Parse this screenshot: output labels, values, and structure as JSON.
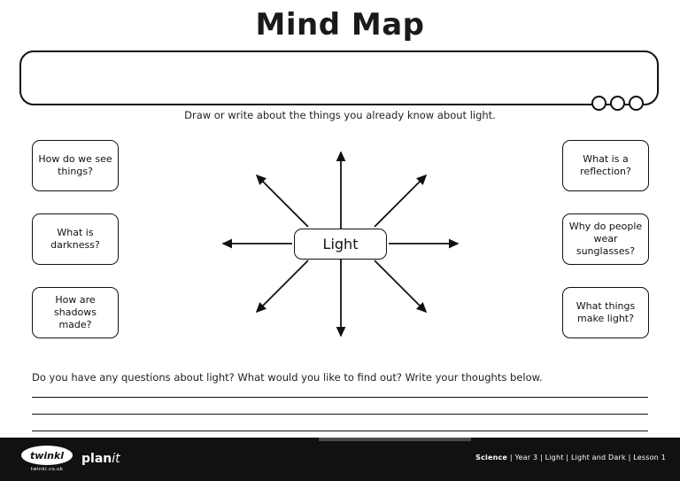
{
  "document": {
    "title": "Mind Map",
    "top_caption": "Draw or write about the things you already know about light.",
    "bottom_caption": "Do you have any questions about light?  What would you like to find out?  Write your thoughts below.",
    "top_box_value": ""
  },
  "diagram": {
    "center_label": "Light",
    "arrow_count": 8
  },
  "questions": {
    "left": [
      {
        "text": "How do we see things?"
      },
      {
        "text": "What is darkness?"
      },
      {
        "text": "How are shadows made?"
      }
    ],
    "right": [
      {
        "text": "What is a reflection?"
      },
      {
        "text": "Why do people wear sunglasses?"
      },
      {
        "text": "What things make light?"
      }
    ]
  },
  "footer": {
    "brand": "twinkl",
    "url": "twinkl.co.uk",
    "product_plan": "plan",
    "product_it": "it",
    "meta_subject": "Science",
    "meta_rest": "| Year 3 | Light | Light and Dark | Lesson 1"
  },
  "colors": {
    "ink": "#111111",
    "footer_bg": "#111111",
    "page_bg": "#ffffff"
  }
}
